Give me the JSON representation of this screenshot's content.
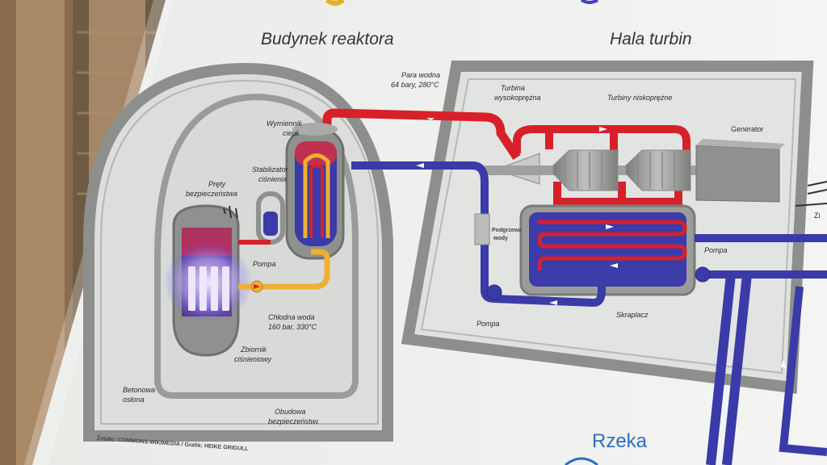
{
  "scene": {
    "titles": {
      "reactor_building": "Budynek reaktora",
      "turbine_hall": "Hala turbin"
    },
    "labels": {
      "steam_line1": "Para wodna",
      "steam_line2": "64 bary, 280°C",
      "heat_exchanger1": "Wymiennik",
      "heat_exchanger2": "ciepła",
      "pressurizer1": "Stabilizator",
      "pressurizer2": "ciśnienia",
      "control_rods1": "Pręty",
      "control_rods2": "bezpieczeństwa",
      "pump_reactor": "Pompa",
      "cold_water1": "Chłodna woda",
      "cold_water2": "160 bar, 330°C",
      "pressure_vessel1": "Zbiornik",
      "pressure_vessel2": "ciśnieniowy",
      "concrete1": "Betonowa",
      "concrete2": "osłona",
      "containment1": "Obudowa",
      "containment2": "bezpieczeństwa",
      "hp_turbine1": "Turbina",
      "hp_turbine2": "wysokoprężna",
      "lp_turbines": "Turbiny niskoprężne",
      "generator": "Generator",
      "feed_heater1": "Podgrzewacz",
      "feed_heater2": "wody",
      "pump_hall": "Pompa",
      "pump_right": "Pompa",
      "condenser": "Skraplacz",
      "river": "Rzeka",
      "partial_right": "Zi",
      "source": "Źródło: COMMONS.WIKIMEDIA / Grafik: HEIKE GRIGULL"
    }
  },
  "colors": {
    "steam_red": "#d8202a",
    "water_blue": "#3a3aa8",
    "cold_yellow": "#f0b030",
    "frame_gray": "#8d8f8d",
    "rod_glow": "#c8b8ff"
  }
}
